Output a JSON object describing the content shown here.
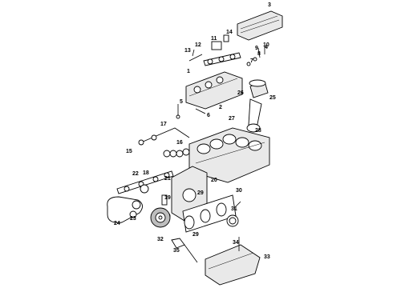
{
  "callouts": [
    "1",
    "2",
    "3",
    "4",
    "5",
    "6",
    "7",
    "8",
    "9",
    "10",
    "11",
    "12",
    "13",
    "14",
    "15",
    "16",
    "17",
    "18",
    "19",
    "20",
    "21",
    "22",
    "23",
    "24",
    "25",
    "26",
    "27",
    "28",
    "29",
    "30",
    "31",
    "32",
    "33",
    "34",
    "35"
  ]
}
